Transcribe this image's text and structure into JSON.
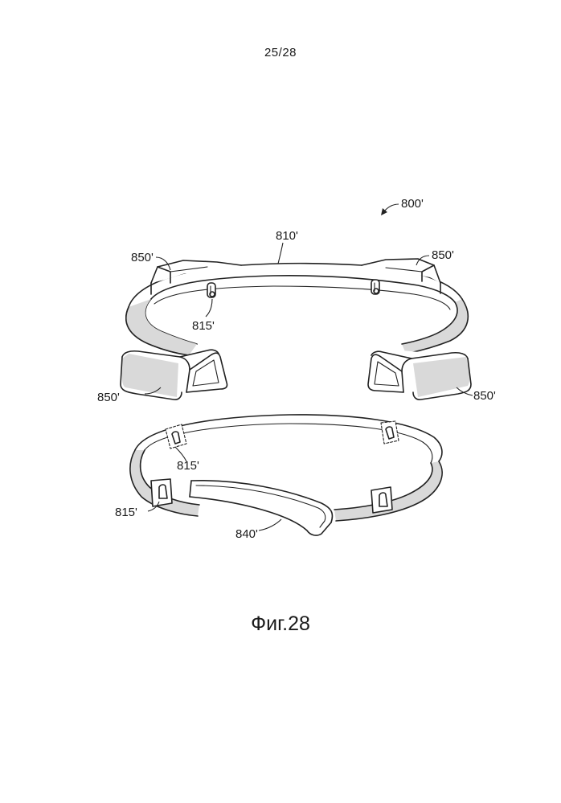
{
  "page_number": "25/28",
  "figure_caption": "Фиг.28",
  "labels": {
    "assembly": "800'",
    "upper_band": "810'",
    "bracket_top_left": "850'",
    "bracket_top_right": "850'",
    "bracket_bottom_left": "850'",
    "bracket_bottom_right": "850'",
    "connector_upper": "815'",
    "connector_lower_inner": "815'",
    "connector_lower_outer": "815'",
    "strap": "840'"
  }
}
